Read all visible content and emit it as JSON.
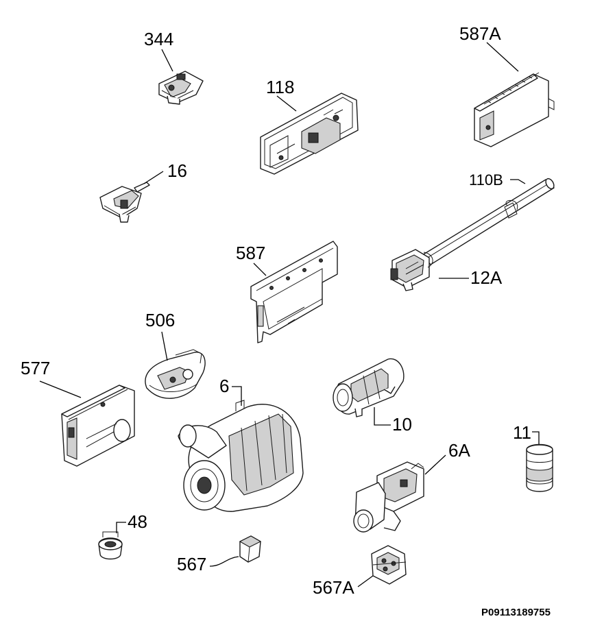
{
  "parts": [
    {
      "id": "p344",
      "label": "344"
    },
    {
      "id": "p118",
      "label": "118"
    },
    {
      "id": "p587A",
      "label": "587A"
    },
    {
      "id": "p16",
      "label": "16"
    },
    {
      "id": "p110B",
      "label": "110B"
    },
    {
      "id": "p587",
      "label": "587"
    },
    {
      "id": "p12A",
      "label": "12A"
    },
    {
      "id": "p506",
      "label": "506"
    },
    {
      "id": "p577",
      "label": "577"
    },
    {
      "id": "p6",
      "label": "6"
    },
    {
      "id": "p10",
      "label": "10"
    },
    {
      "id": "p11",
      "label": "11"
    },
    {
      "id": "p6A",
      "label": "6A"
    },
    {
      "id": "p48",
      "label": "48"
    },
    {
      "id": "p567",
      "label": "567"
    },
    {
      "id": "p567A",
      "label": "567A"
    }
  ],
  "reference_code": "P09113189755"
}
